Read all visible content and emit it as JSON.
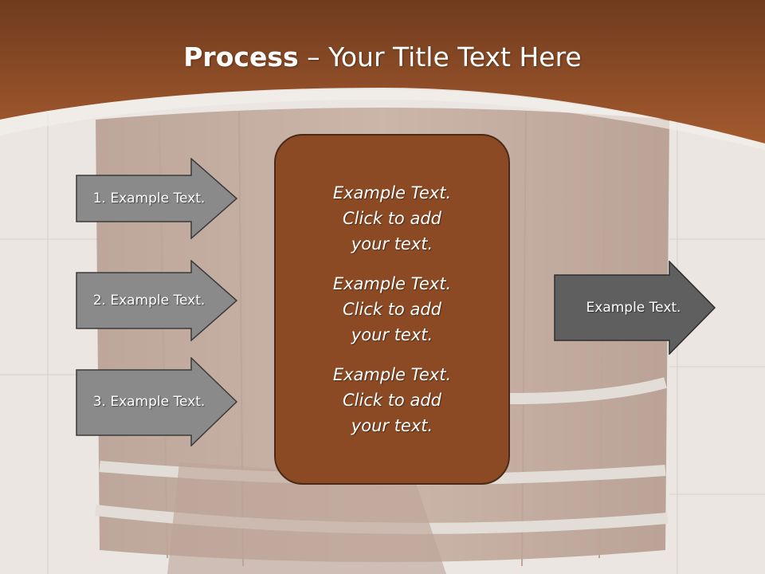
{
  "slide": {
    "title_bold": "Process",
    "title_rest": " – Your Title Text Here"
  },
  "inputs": [
    {
      "label": "1. Example Text."
    },
    {
      "label": "2. Example Text."
    },
    {
      "label": "3. Example Text."
    }
  ],
  "center": {
    "blocks": [
      {
        "lines": [
          "Example Text.",
          "Click  to add",
          "your text."
        ]
      },
      {
        "lines": [
          "Example Text.",
          "Click  to add",
          "your text."
        ]
      },
      {
        "lines": [
          "Example Text.",
          "Click  to add",
          "your text."
        ]
      }
    ]
  },
  "output": {
    "label": "Example Text."
  },
  "colors": {
    "header": "#9a4f28",
    "center_box": "#8b4a24",
    "input_arrow": "#8a8a8a",
    "output_arrow": "#5f5f5f"
  }
}
